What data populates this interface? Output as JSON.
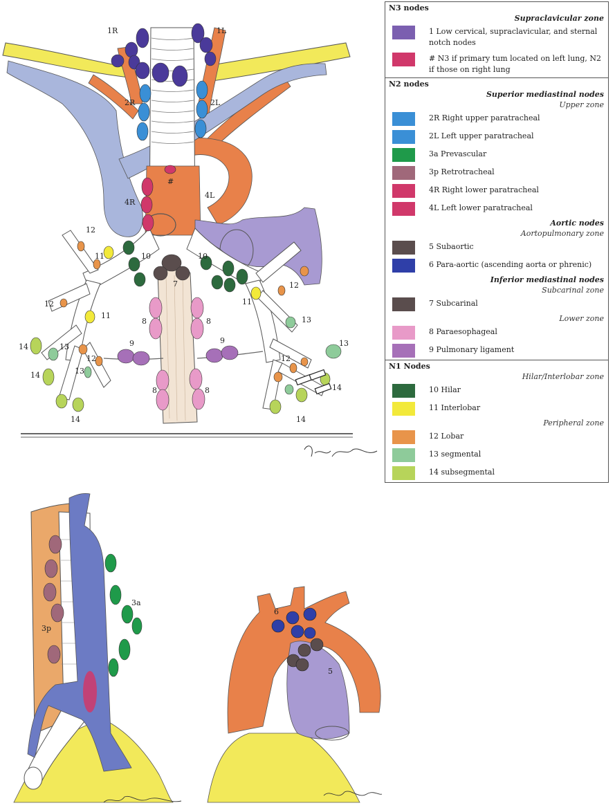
{
  "legend": {
    "n3": {
      "title": "N3 nodes",
      "zone": "Supraclavicular zone",
      "items": [
        {
          "color": "#7b5fb0",
          "text": "1 Low cervical, supraclavicular, and sternal notch nodes"
        },
        {
          "color": "#d0386a",
          "text": "# N3 if primary tum located on left lung, N2 if those on right lung"
        }
      ]
    },
    "n2": {
      "title": "N2 nodes",
      "zone_superior": "Superior mediastinal nodes",
      "subzone_upper": "Upper zone",
      "items_upper": [
        {
          "color": "#3a8fd6",
          "text": "2R Right upper paratracheal"
        },
        {
          "color": "#3a8fd6",
          "text": "2L Left upper paratracheal"
        },
        {
          "color": "#1f9a4a",
          "text": "3a Prevascular"
        },
        {
          "color": "#a0687a",
          "text": "3p Retrotracheal"
        },
        {
          "color": "#d0386a",
          "text": "4R Right lower paratracheal"
        },
        {
          "color": "#d0386a",
          "text": "4L Left lower paratracheal"
        }
      ],
      "zone_aortic": "Aortic nodes",
      "subzone_ap": "Aortopulmonary zone",
      "items_aortic": [
        {
          "color": "#5a4d4d",
          "text": "5 Subaortic"
        },
        {
          "color": "#2f3fa8",
          "text": "6 Para-aortic (ascending aorta or phrenic)"
        }
      ],
      "zone_inferior": "Inferior mediastinal nodes",
      "subzone_subcarinal": "Subcarinal zone",
      "items_subcarinal": [
        {
          "color": "#5a4d4d",
          "text": "7 Subcarinal"
        }
      ],
      "subzone_lower": "Lower zone",
      "items_lower": [
        {
          "color": "#e89ac8",
          "text": "8 Paraesophageal"
        },
        {
          "color": "#a670b8",
          "text": "9 Pulmonary ligament"
        }
      ]
    },
    "n1": {
      "title": "N1 Nodes",
      "subzone_hilar": "Hilar/Interlobar zone",
      "items_hilar": [
        {
          "color": "#2d6a3e",
          "text": "10 Hilar"
        },
        {
          "color": "#f2e93a",
          "text": "11 Interlobar"
        }
      ],
      "subzone_peripheral": "Peripheral zone",
      "items_peripheral": [
        {
          "color": "#e8944a",
          "text": "12 Lobar"
        },
        {
          "color": "#8ecb9a",
          "text": "13 segmental"
        },
        {
          "color": "#b7d45a",
          "text": "14 subsegmental"
        }
      ]
    }
  },
  "diagram_labels": {
    "l1R": "1R",
    "l1L": "1L",
    "l2R": "2R",
    "l2L": "2L",
    "hash": "#",
    "l4R": "4R",
    "l4L": "4L",
    "l7": "7",
    "l10a": "10",
    "l10b": "10",
    "l11a": "11",
    "l11b": "11",
    "l11c": "11",
    "l12a": "12",
    "l12b": "12",
    "l12c": "12",
    "l12d": "12",
    "l12e": "12",
    "l13a": "13",
    "l13b": "13",
    "l13c": "13",
    "l13d": "13",
    "l14a": "14",
    "l14b": "14",
    "l14c": "14",
    "l14d": "14",
    "l14e": "14",
    "l8a": "8",
    "l8b": "8",
    "l8c": "8",
    "l8d": "8",
    "l9a": "9",
    "l9b": "9",
    "l3a": "3a",
    "l3p": "3p",
    "l6": "6",
    "l5": "5"
  },
  "colors": {
    "trachea_fill": "#ffffff",
    "line": "#444444",
    "vessel_orange": "#e8814a",
    "vein_blue": "#a9b6dc",
    "vein_dark": "#6c7bc4",
    "yellow": "#f2e95a",
    "purple_pa": "#a89ad2",
    "esophagus": "#f2e4d4",
    "spine_orange": "#eaa86a"
  }
}
